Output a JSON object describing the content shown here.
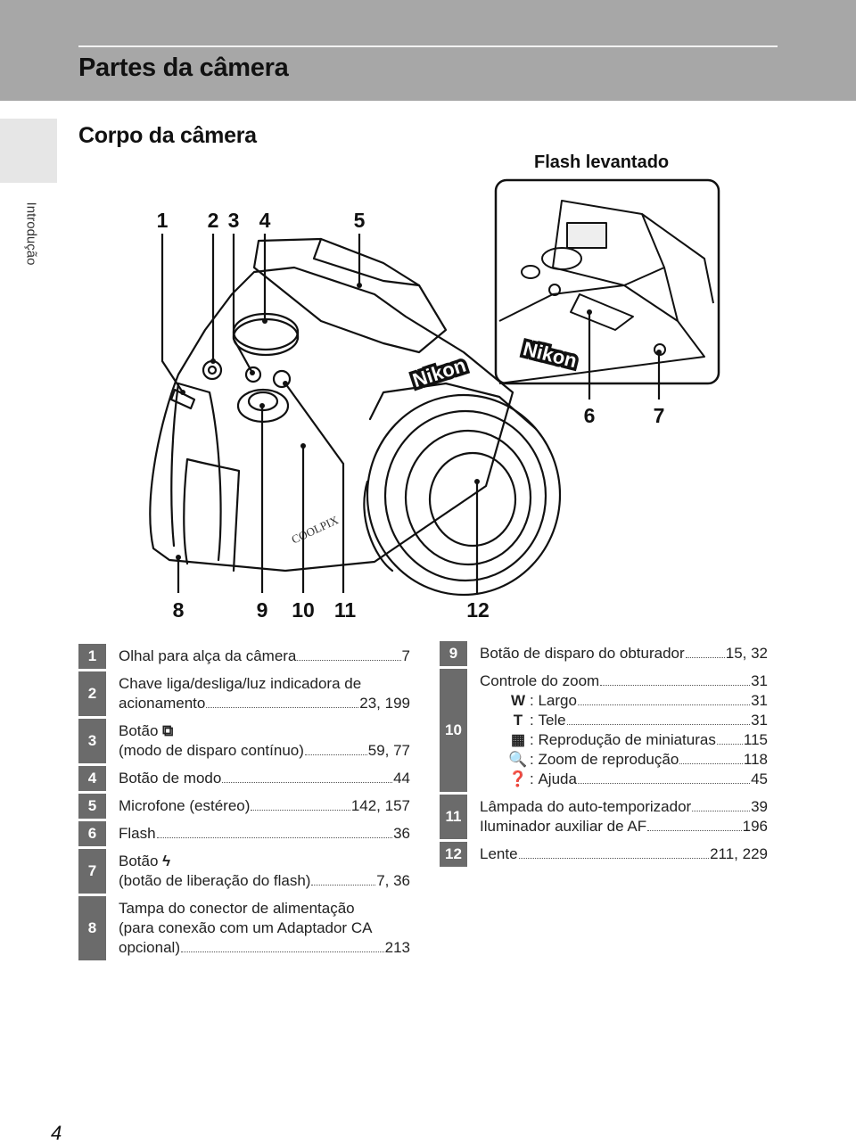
{
  "header": {
    "title": "Partes da câmera"
  },
  "side_tab": {
    "label": "Introdução"
  },
  "section": {
    "title": "Corpo da câmera"
  },
  "flash_panel": {
    "label": "Flash levantado",
    "brand": "Nikon"
  },
  "camera": {
    "brand": "Nikon",
    "model": "COOLPIX"
  },
  "callouts": {
    "c1": "1",
    "c2": "2",
    "c3": "3",
    "c4": "4",
    "c5": "5",
    "c6": "6",
    "c7": "7",
    "c8": "8",
    "c9": "9",
    "c10": "10",
    "c11": "11",
    "c12": "12"
  },
  "parts_left": [
    {
      "num": "1",
      "lines": [
        "Olhal para alça da câmera"
      ],
      "pages": "7"
    },
    {
      "num": "2",
      "lines": [
        "Chave liga/desliga/luz indicadora de",
        "acionamento"
      ],
      "pages": "23, 199"
    },
    {
      "num": "3",
      "lines": [
        "Botão",
        "(modo de disparo contínuo)"
      ],
      "pages": "59, 77"
    },
    {
      "num": "4",
      "lines": [
        "Botão de modo"
      ],
      "pages": "44"
    },
    {
      "num": "5",
      "lines": [
        "Microfone (estéreo)"
      ],
      "pages": "142, 157"
    },
    {
      "num": "6",
      "lines": [
        "Flash"
      ],
      "pages": "36"
    },
    {
      "num": "7",
      "lines": [
        "Botão",
        "(botão de liberação do flash)"
      ],
      "pages": "7, 36"
    },
    {
      "num": "8",
      "lines": [
        "Tampa do conector de alimentação",
        "(para conexão com um Adaptador CA",
        "opcional)"
      ],
      "pages": "213"
    }
  ],
  "parts_right": [
    {
      "num": "9",
      "label": "Botão de disparo do obturador",
      "pages": "15, 32"
    },
    {
      "num": "10",
      "label": "Controle do zoom",
      "pages": "31",
      "sub": [
        {
          "symbol": "W",
          "label": "Largo",
          "pages": "31"
        },
        {
          "symbol": "T",
          "label": "Tele",
          "pages": "31"
        },
        {
          "symbol": "▦",
          "label": "Reprodução de miniaturas",
          "pages": "115"
        },
        {
          "symbol": "🔍",
          "label": "Zoom de reprodução",
          "pages": "118"
        },
        {
          "symbol": "❓",
          "label": "Ajuda",
          "pages": "45"
        }
      ]
    },
    {
      "num": "11",
      "lines": [
        {
          "label": "Lâmpada do auto-temporizador",
          "pages": "39"
        },
        {
          "label": "Iluminador auxiliar de AF",
          "pages": "196"
        }
      ]
    },
    {
      "num": "12",
      "label": "Lente",
      "pages": "211, 229"
    }
  ],
  "page": {
    "number": "4"
  }
}
